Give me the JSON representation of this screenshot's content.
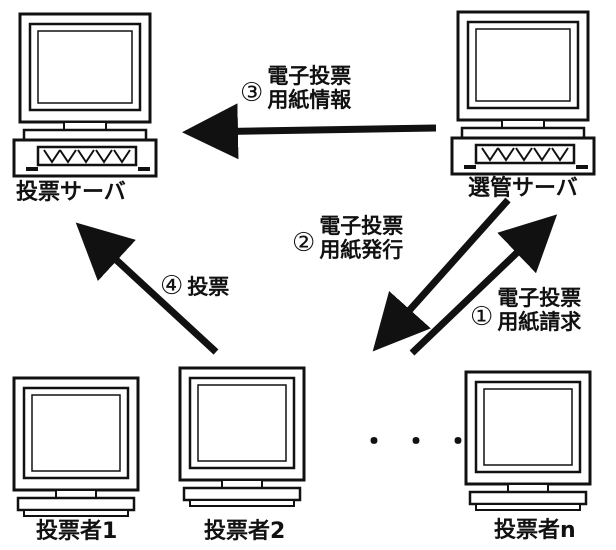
{
  "nodes": {
    "vote_server": "投票サーバ",
    "election_server": "選管サーバ",
    "voter1": "投票者1",
    "voter2": "投票者2",
    "voterN": "投票者n"
  },
  "steps": {
    "s1": {
      "num": "①",
      "line1": "電子投票",
      "line2": "用紙請求"
    },
    "s2": {
      "num": "②",
      "line1": "電子投票",
      "line2": "用紙発行"
    },
    "s3": {
      "num": "③",
      "line1": "電子投票",
      "line2": "用紙情報"
    },
    "s4": {
      "num": "④",
      "line1": "投票"
    }
  },
  "ellipsis": "・・・"
}
